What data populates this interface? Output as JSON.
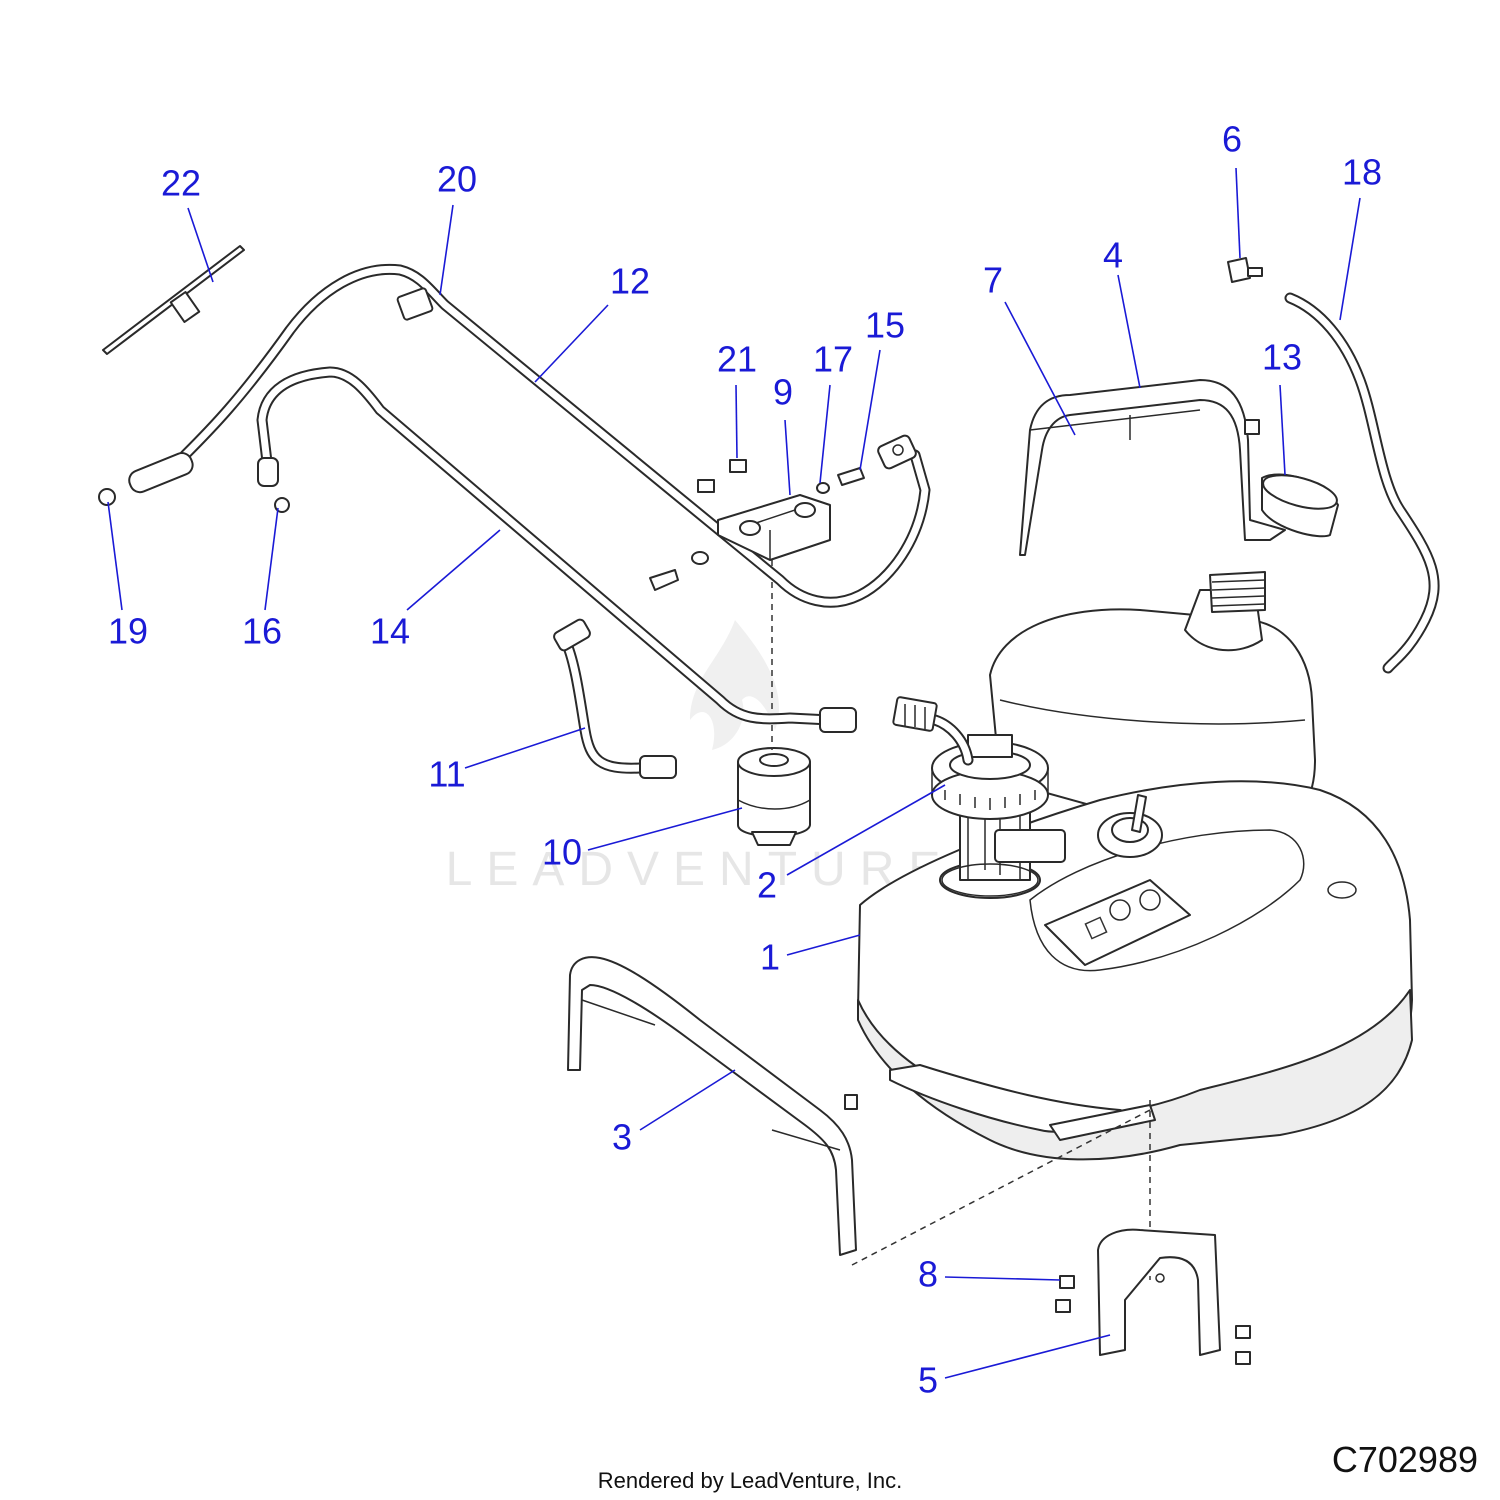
{
  "diagram": {
    "callouts": [
      {
        "id": "1",
        "label": "1"
      },
      {
        "id": "2",
        "label": "2"
      },
      {
        "id": "3",
        "label": "3"
      },
      {
        "id": "4",
        "label": "4"
      },
      {
        "id": "5",
        "label": "5"
      },
      {
        "id": "6",
        "label": "6"
      },
      {
        "id": "7",
        "label": "7"
      },
      {
        "id": "8",
        "label": "8"
      },
      {
        "id": "9",
        "label": "9"
      },
      {
        "id": "10",
        "label": "10"
      },
      {
        "id": "11",
        "label": "11"
      },
      {
        "id": "12",
        "label": "12"
      },
      {
        "id": "13",
        "label": "13"
      },
      {
        "id": "14",
        "label": "14"
      },
      {
        "id": "15",
        "label": "15"
      },
      {
        "id": "16",
        "label": "16"
      },
      {
        "id": "17",
        "label": "17"
      },
      {
        "id": "18",
        "label": "18"
      },
      {
        "id": "19",
        "label": "19"
      },
      {
        "id": "20",
        "label": "20"
      },
      {
        "id": "21",
        "label": "21"
      },
      {
        "id": "22",
        "label": "22"
      }
    ],
    "watermark": "LEADVENTURE",
    "drawing_code": "C702989",
    "credit": "Rendered by LeadVenture, Inc.",
    "colors": {
      "callout": "#1a1ad6",
      "line": "#2a2a2a",
      "watermark": "#e6e6e6"
    }
  }
}
